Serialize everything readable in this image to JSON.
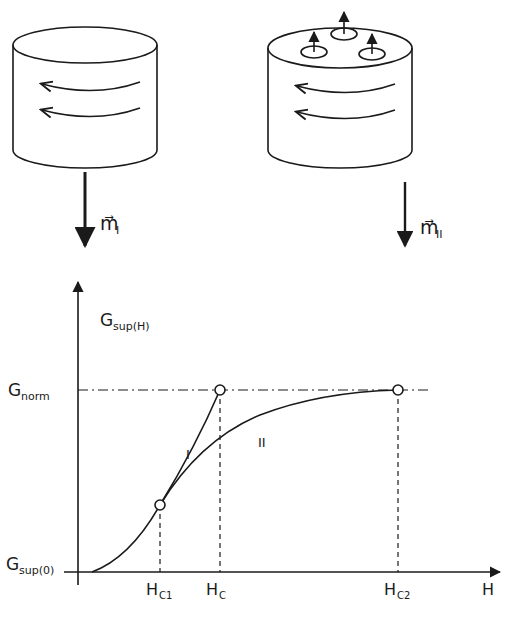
{
  "diagram": {
    "labels": [
      "m⃗",
      "I",
      "m⃗",
      "II",
      "G",
      "sup(H)",
      "G",
      "norm",
      "G",
      "sup(0)",
      "H",
      "C1",
      "H",
      "C",
      "H",
      "C2",
      "H",
      "I",
      "II"
    ]
  }
}
